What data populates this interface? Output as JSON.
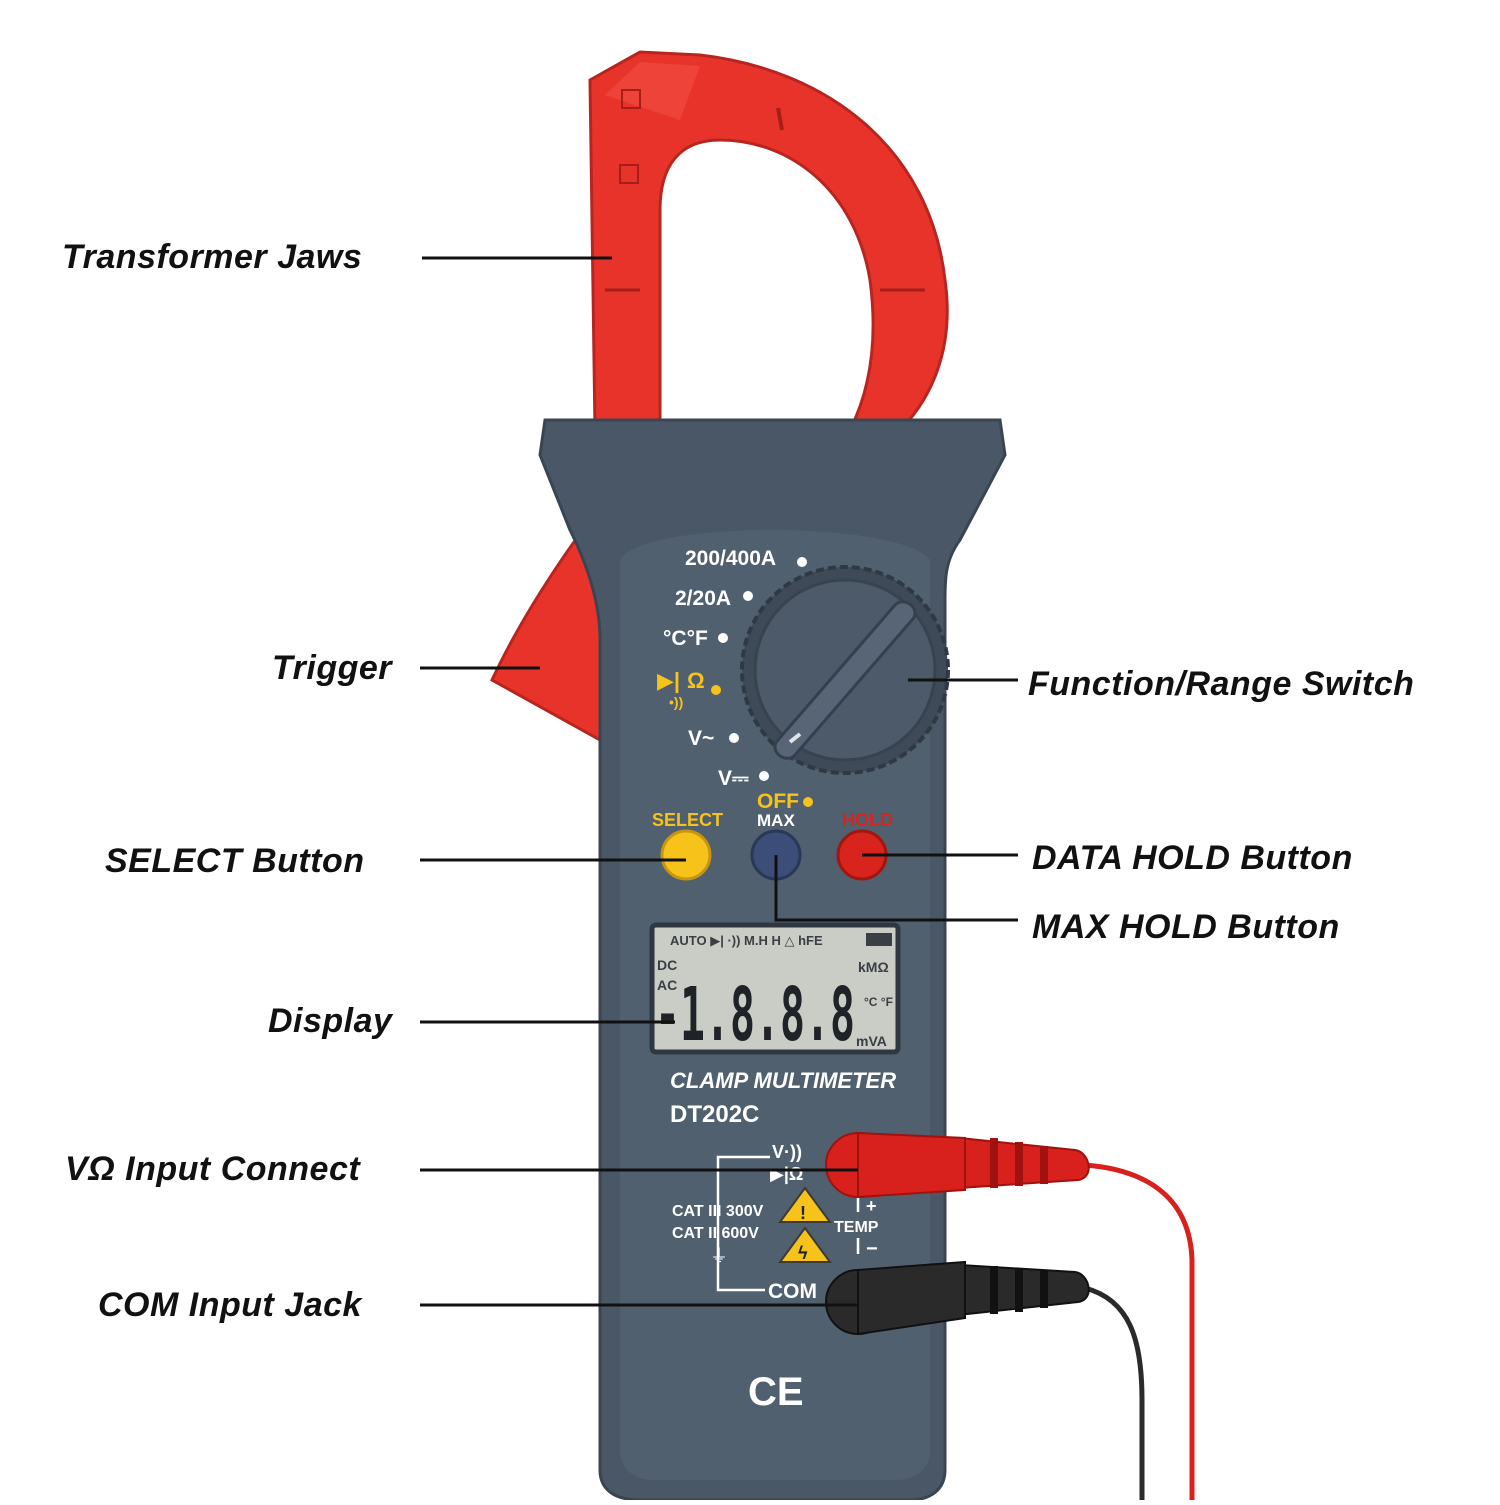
{
  "callouts": {
    "jaws": "Transformer Jaws",
    "trigger": "Trigger",
    "function_switch": "Function/Range Switch",
    "select_button": "SELECT Button",
    "data_hold_button": "DATA HOLD Button",
    "max_hold_button": "MAX HOLD Button",
    "display": "Display",
    "vohm_input": "VΩ Input Connect",
    "com_input": "COM Input Jack"
  },
  "dial_labels": {
    "a400": "200/400A",
    "a20": "2/20A",
    "temp": "°C°F",
    "diode_ohm": "Ω",
    "vac": "V~",
    "vdc": "V⎓",
    "off": "OFF"
  },
  "buttons": {
    "select": "SELECT",
    "max": "MAX",
    "hold": "HOLD"
  },
  "lcd": {
    "top_row": "AUTO ▶| ·)) M.H H △ hFE",
    "dc": "DC",
    "ac": "AC",
    "digits": "-1.8.8.8",
    "kohm": "kMΩ",
    "temp_units": "°C °F",
    "mva": "mVA"
  },
  "body_text": {
    "brand_line": "CLAMP MULTIMETER",
    "model": "DT202C",
    "v_jack": "V·))",
    "diode_ohm_jack": "▶|Ω",
    "cat3": "CAT III 300V",
    "cat2": "CAT II 600V",
    "temp_plus": "+",
    "temp": "TEMP",
    "temp_minus": "−",
    "com": "COM",
    "ce": "CE"
  },
  "colors": {
    "body": "#4a5766",
    "jaw_red": "#e8332b",
    "select_yellow": "#f7c21a",
    "max_blue": "#3c4e78",
    "hold_red": "#d9231d",
    "lcd_bg": "#c9cdc6",
    "probe_red": "#d8201c",
    "probe_black": "#2a2a2a"
  }
}
